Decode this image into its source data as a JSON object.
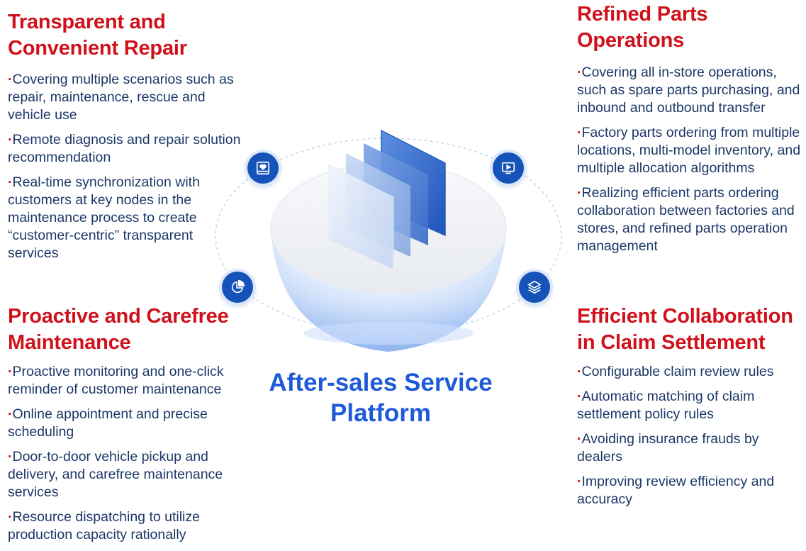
{
  "center": {
    "title": "After-sales Service Platform"
  },
  "sections": {
    "top_left": {
      "heading": "Transparent and Convenient Repair",
      "items": [
        "Covering multiple scenarios such as repair, maintenance, rescue and vehicle use",
        "Remote diagnosis and repair solution recommendation",
        "Real-time synchronization with customers at key nodes in the maintenance process to create “customer-centric” transparent services"
      ]
    },
    "bottom_left": {
      "heading": "Proactive and Carefree Maintenance",
      "items": [
        "Proactive monitoring and one-click reminder of customer maintenance",
        "Online appointment and precise scheduling",
        "Door-to-door vehicle pickup and delivery, and carefree maintenance services",
        "Resource dispatching to utilize production capacity rationally"
      ]
    },
    "top_right": {
      "heading": "Refined Parts Operations",
      "items": [
        "Covering all in-store operations, such as spare parts purchasing, and inbound and outbound transfer",
        "Factory parts ordering from multiple locations, multi-model inventory, and multiple allocation algorithms",
        "Realizing efficient parts ordering collaboration between factories and stores, and refined parts operation management"
      ]
    },
    "bottom_right": {
      "heading": "Efficient Collaboration in Claim Settlement",
      "items": [
        "Configurable claim review rules",
        "Automatic matching of claim settlement policy rules",
        "Avoiding insurance frauds by dealers",
        "Improving review efficiency and accuracy"
      ]
    }
  },
  "bullet_char": "·",
  "icons": [
    "heart-monitor-icon",
    "video-screen-icon",
    "pie-chart-icon",
    "layers-icon"
  ],
  "colors": {
    "heading": "#d0111b",
    "body_text": "#1c3767",
    "center_title": "#1d5ad8",
    "icon_bg": "#1553b8"
  }
}
